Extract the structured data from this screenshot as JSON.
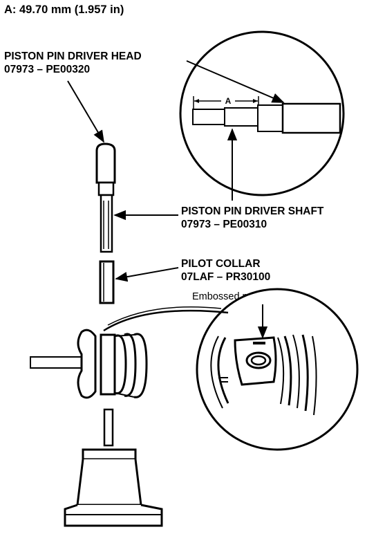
{
  "dimension_note": "A: 49.70 mm (1.957 in)",
  "labels": {
    "driver_head": {
      "name": "PISTON PIN DRIVER HEAD",
      "part_no": "07973 – PE00320"
    },
    "driver_shaft": {
      "name": "PISTON PIN DRIVER SHAFT",
      "part_no": "07973 – PE00310"
    },
    "pilot_collar": {
      "name": "PILOT COLLAR",
      "part_no": "07LAF – PR30100"
    },
    "emboss_note": "Embossed mark facing up.",
    "dim_letter": "A"
  }
}
